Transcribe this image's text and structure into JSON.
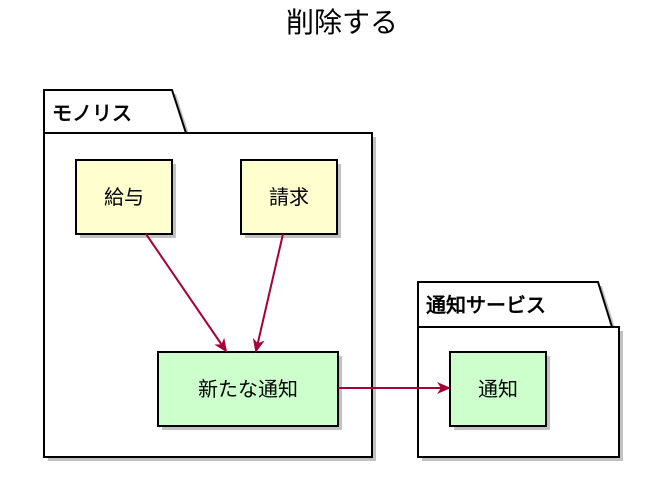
{
  "diagram": {
    "title": "削除する",
    "packages": {
      "monolith": {
        "label": "モノリス"
      },
      "notification_service": {
        "label": "通知サービス"
      }
    },
    "nodes": {
      "payroll": {
        "label": "給与",
        "fill": "#FEFECE"
      },
      "billing": {
        "label": "請求",
        "fill": "#FEFECE"
      },
      "new_notification": {
        "label": "新たな通知",
        "fill": "#CCFFCC"
      },
      "notification": {
        "label": "通知",
        "fill": "#CCFFCC"
      }
    },
    "edges": [
      {
        "from": "給与",
        "to": "新たな通知"
      },
      {
        "from": "請求",
        "to": "新たな通知"
      },
      {
        "from": "新たな通知",
        "to": "通知"
      }
    ],
    "colors": {
      "arrow": "#A80036",
      "shadow": "#C2C2C2",
      "border": "#000000"
    }
  }
}
